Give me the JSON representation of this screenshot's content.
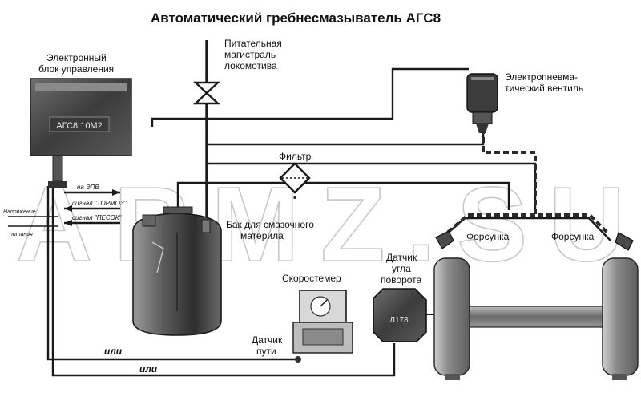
{
  "title": "Автоматический гребнесмазыватель АГС8",
  "watermark": "ARMZ.SU",
  "labels": {
    "control_unit_line1": "Электронный",
    "control_unit_line2": "блок управления",
    "control_unit_plate": "АГС8.10М2",
    "supply_line1": "Питательная",
    "supply_line2": "магистраль",
    "supply_line3": "локомотива",
    "epv_line1": "Электропневма-",
    "epv_line2": "тический вентиль",
    "filter": "Фильтр",
    "tank_line1": "Бак для смазочного",
    "tank_line2": "материла",
    "nozzle_left": "Форсунка",
    "nozzle_right": "Форсунка",
    "speedometer": "Скоростемер",
    "angle_sensor_line1": "Датчик",
    "angle_sensor_line2": "угла",
    "angle_sensor_line3": "поворота",
    "angle_sensor_code": "Л178",
    "path_sensor_line1": "Датчик",
    "path_sensor_line2": "пути",
    "or_upper": "или",
    "or_lower": "или",
    "to_epv": "на ЭПВ",
    "signal_brake": "сигнал \"ТОРМОЗ\"",
    "signal_sand": "сигнал \"ПЕСОК\"",
    "power_line1": "Напряжение",
    "power_line2": "питания"
  },
  "colors": {
    "line": "#1a1a1a",
    "device_dark": "#4a4a4a",
    "device_mid": "#7d7d7d",
    "device_light": "#bdbdbd",
    "watermark": "#c8c8c8"
  }
}
